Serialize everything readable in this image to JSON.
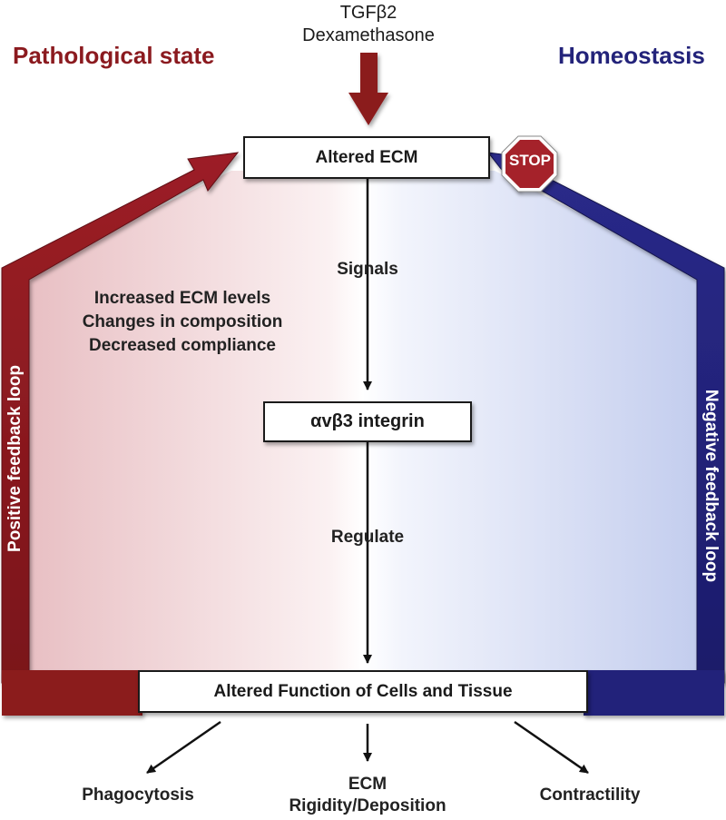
{
  "top_inputs": [
    "TGFβ2",
    "Dexamethasone"
  ],
  "headings": {
    "left": "Pathological state",
    "right": "Homeostasis"
  },
  "boxes": {
    "altered_ecm": "Altered ECM",
    "integrin": "αvβ3 integrin",
    "altered_function": "Altered Function of Cells and Tissue"
  },
  "stop_sign": "STOP",
  "arrow_labels": {
    "signals": "Signals",
    "regulate": "Regulate"
  },
  "ecm_changes": [
    "Increased ECM levels",
    "Changes in composition",
    "Decreased compliance"
  ],
  "loops": {
    "positive": "Positive feedback loop",
    "negative": "Negative feedback loop"
  },
  "outcomes": {
    "phagocytosis": "Phagocytosis",
    "ecm_line1": "ECM",
    "ecm_line2": "Rigidity/Deposition",
    "contractility": "Contractility"
  },
  "colors": {
    "pathological": "#8b1a1f",
    "homeostasis": "#23237a",
    "left_gradient": "#e8bfc3",
    "right_gradient": "#c3cdee"
  },
  "icons": {
    "stop": "stop-sign-icon",
    "input_arrow": "down-arrow-icon"
  }
}
